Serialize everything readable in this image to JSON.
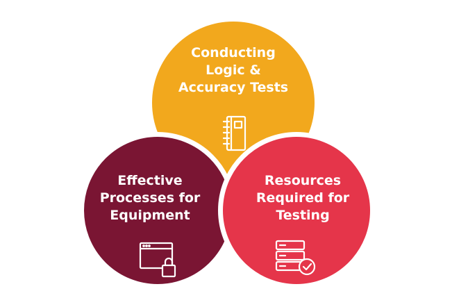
{
  "colors": {
    "top": "#f2a81d",
    "left": "#7a1533",
    "right": "#e5354a"
  },
  "circles": {
    "top": {
      "lines": [
        "Conducting",
        "Logic &",
        "Accuracy Tests"
      ],
      "icon": "notebook-icon"
    },
    "left": {
      "lines": [
        "Effective",
        "Processes for",
        "Equipment"
      ],
      "icon": "browser-window-lock-icon"
    },
    "right": {
      "lines": [
        "Resources",
        "Required for",
        "Testing"
      ],
      "icon": "database-check-icon"
    }
  }
}
